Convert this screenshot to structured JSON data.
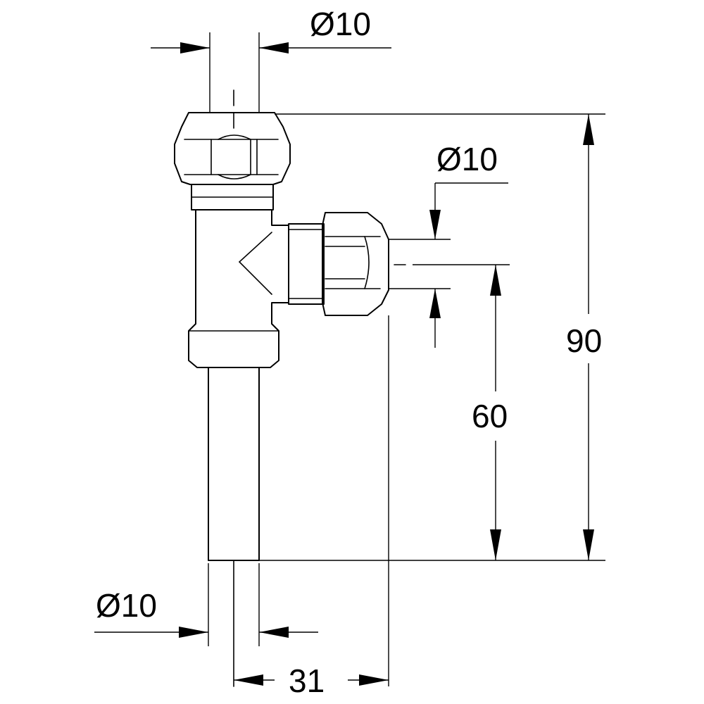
{
  "drawing": {
    "dimensions": {
      "top_diameter": "Ø10",
      "side_diameter": "Ø10",
      "bottom_diameter": "Ø10",
      "overall_height": "90",
      "outlet_height": "60",
      "outlet_offset": "31"
    }
  }
}
